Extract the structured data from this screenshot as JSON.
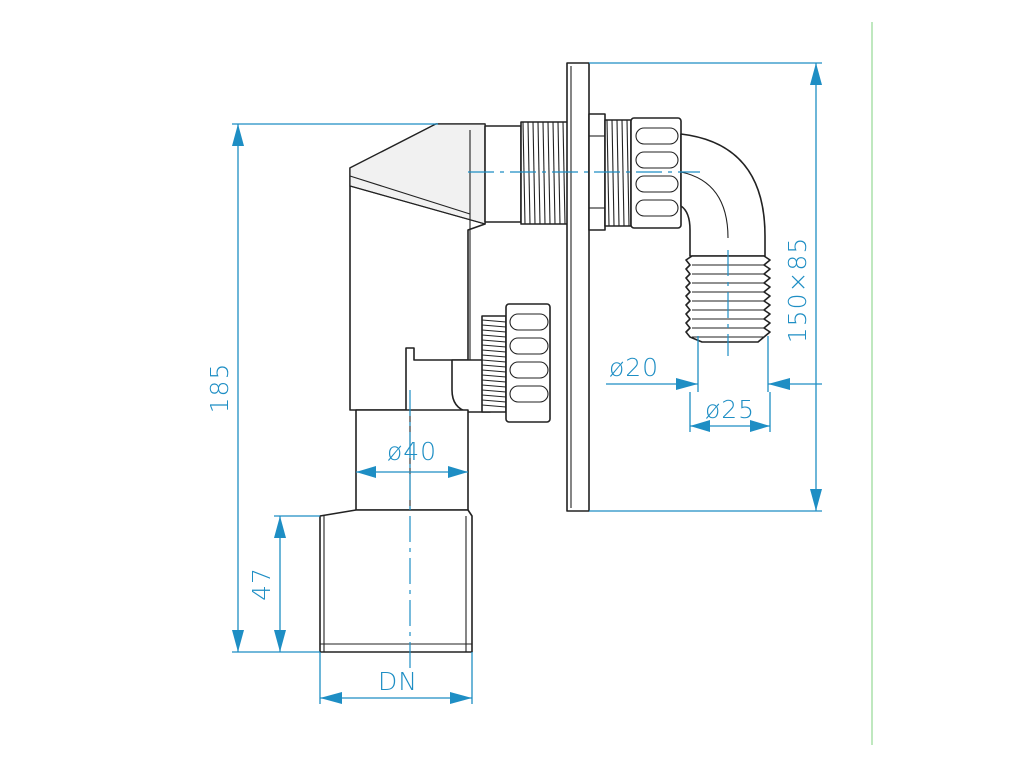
{
  "dimensions": {
    "height_total": "185",
    "height_bottom": "47",
    "diameter_40": "ø40",
    "diameter_20": "ø20",
    "diameter_25": "ø25",
    "plate_size": "150×85",
    "nominal_diameter": "DN"
  },
  "colors": {
    "dimension": "#1e8ec4",
    "outline": "#222222",
    "edge": "#7fd07f"
  }
}
